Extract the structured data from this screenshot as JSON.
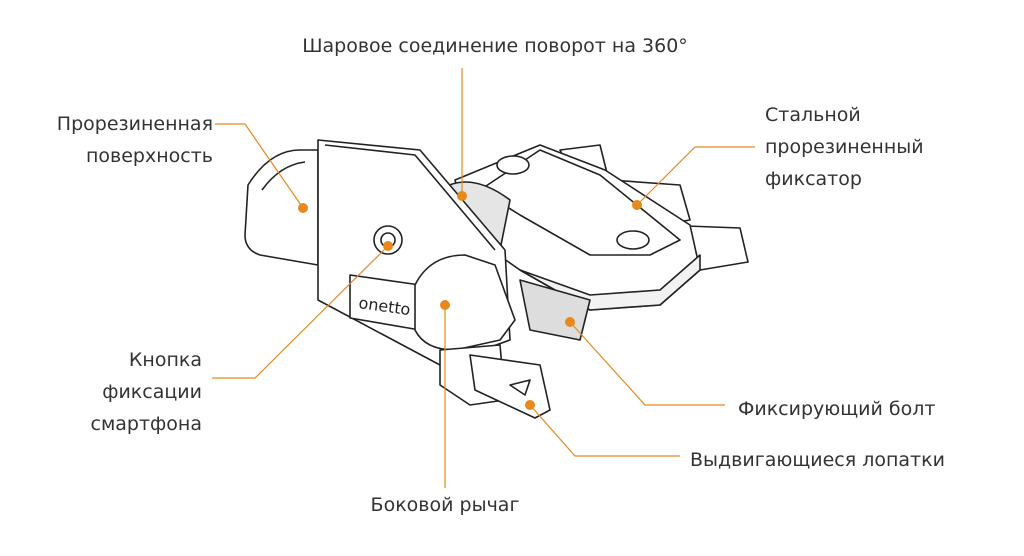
{
  "accent_color": "#e8891e",
  "labels": {
    "ball_joint": "Шаровое соединение поворот на 360°",
    "rubber_surface": [
      "Прорезиненная",
      "поверхность"
    ],
    "steel_clamp": [
      "Стальной",
      "прорезиненный",
      "фиксатор"
    ],
    "lock_button": [
      "Кнопка",
      "фиксации",
      "смартфона"
    ],
    "fixing_bolt": "Фиксирующий болт",
    "sliding_blades": "Выдвигающиеся лопатки",
    "side_lever": "Боковой рычаг"
  },
  "product_logo": "onetto"
}
